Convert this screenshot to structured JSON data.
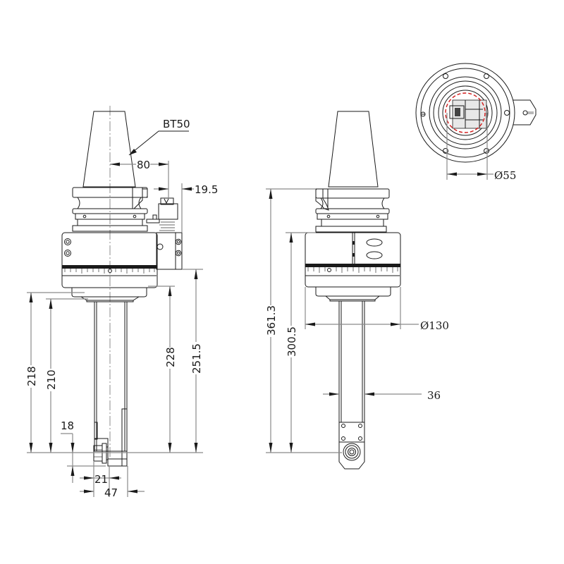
{
  "drawing": {
    "title": "BT50 angle head technical drawing",
    "views": [
      "side-view",
      "front-view",
      "top-view"
    ],
    "colors": {
      "line": "#1a1a1a",
      "dimension": "#8a8a8a",
      "highlight": "#d21a1a"
    }
  },
  "side_view": {
    "spindle_label": "BT50",
    "dimensions": {
      "offset_80": "80",
      "width_19_5": "19.5",
      "height_218": "218",
      "height_210": "210",
      "height_228": "228",
      "height_251_5": "251.5",
      "offset_18": "18",
      "width_21": "21",
      "width_47": "47"
    }
  },
  "front_view": {
    "dimensions": {
      "height_361_3": "361.3",
      "height_300_5": "300.5",
      "diameter_130": "Ø130",
      "width_36": "36"
    }
  },
  "top_view": {
    "dimensions": {
      "diameter_55": "Ø55"
    }
  }
}
